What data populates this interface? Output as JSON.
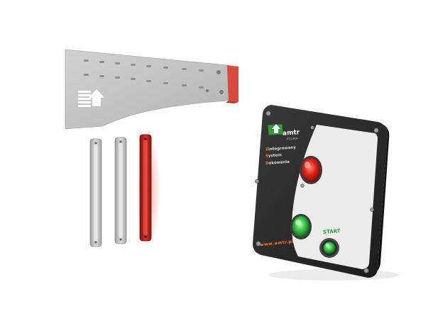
{
  "scene": {
    "bracket_icon": "loading-dock-arrow-icon",
    "colors": {
      "bracket_metal": "#c4c4c4",
      "bracket_edge_red": "#d94a3e",
      "strip_grey": "#c9c9c9",
      "strip_red": "#b9241b",
      "box_body": "#2b2b2b",
      "box_face_light": "#ececec",
      "lamp_red": "#e0251a",
      "lamp_green": "#37c24a",
      "accent_orange": "#ff7a1a",
      "accent_green": "#2f9e3a"
    }
  },
  "control_box": {
    "brand": "amtr",
    "brand_sub": "POLSKA",
    "system_lines": [
      {
        "cap": "Z",
        "rest": "integrowany"
      },
      {
        "cap": "S",
        "rest": "ystem"
      },
      {
        "cap": "D",
        "rest": "okowania"
      }
    ],
    "website": "www.amtr.pl",
    "start_label": "START",
    "icons": {
      "logo": "amtr-logo-icon",
      "red_lamp": "red-signal-lamp-icon",
      "green_lamp": "green-signal-lamp-icon",
      "start_button": "start-button-icon"
    }
  }
}
